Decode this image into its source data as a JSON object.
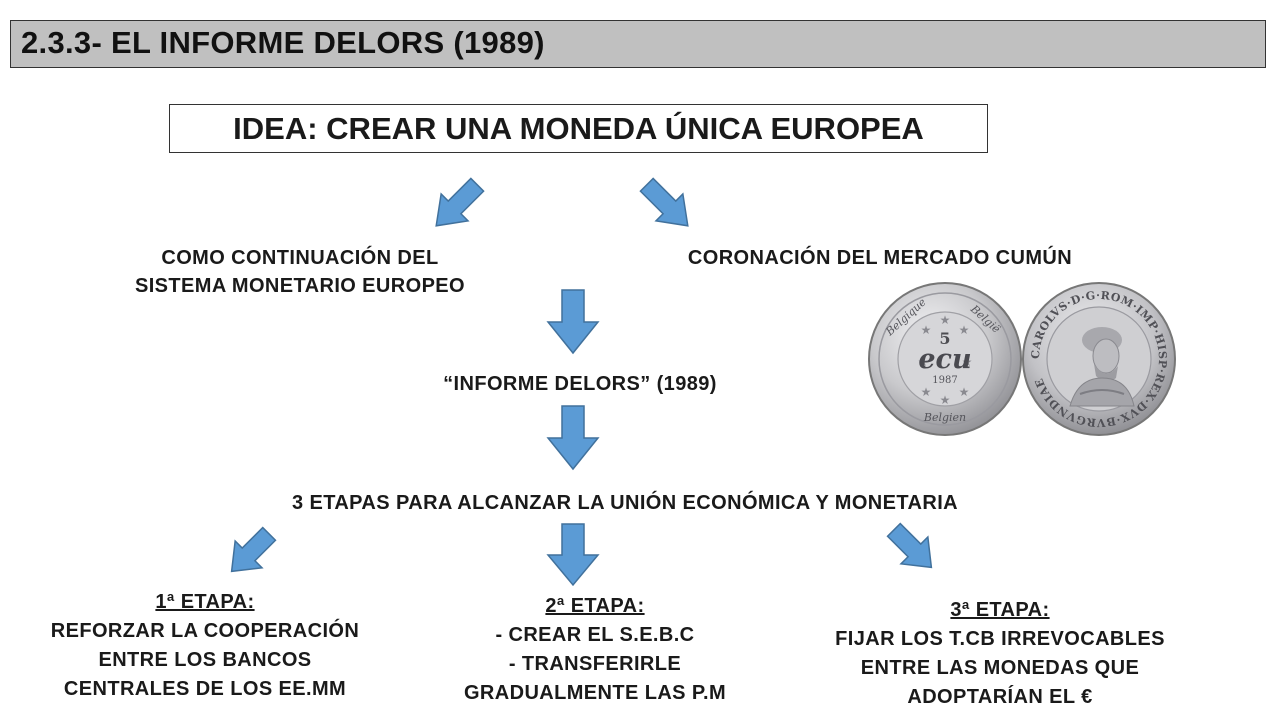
{
  "title": "2.3.3- EL INFORME DELORS (1989)",
  "idea": "IDEA: CREAR UNA MONEDA ÚNICA EUROPEA",
  "branch_left_line1": "COMO CONTINUACIÓN DEL",
  "branch_left_line2": "SISTEMA MONETARIO EUROPEO",
  "branch_right": "CORONACIÓN DEL MERCADO CUMÚN",
  "informe": "“INFORME DELORS” (1989)",
  "etapas_heading": "3 ETAPAS PARA ALCANZAR LA UNIÓN ECONÓMICA Y MONETARIA",
  "stage1": {
    "heading": "1ª ETAPA:",
    "lines": [
      "REFORZAR LA COOPERACIÓN",
      "ENTRE LOS BANCOS",
      "CENTRALES DE LOS EE.MM"
    ]
  },
  "stage2": {
    "heading": "2ª ETAPA:",
    "lines": [
      "- CREAR EL S.E.B.C",
      "- TRANSFERIRLE",
      "GRADUALMENTE LAS P.M"
    ]
  },
  "stage3": {
    "heading": "3ª ETAPA:",
    "lines": [
      "FIJAR LOS T.CB IRREVOCABLES",
      "ENTRE LAS MONEDAS QUE",
      "ADOPTARÍAN EL €"
    ]
  },
  "coin_front": {
    "top_left": "Belgique",
    "top_right": "België",
    "value": "5",
    "unit": "ecu",
    "year": "1987",
    "bottom": "Belgien"
  },
  "coin_back": {
    "legend": "CAROLVS·D·G·ROM·IMP·HISP·REX·DVX·BVRGVNDIAE"
  },
  "colors": {
    "arrow_fill": "#5b9bd5",
    "arrow_stroke": "#41719c",
    "title_bar": "#c0c0c0",
    "coin_silver": "#c9c9cc"
  }
}
